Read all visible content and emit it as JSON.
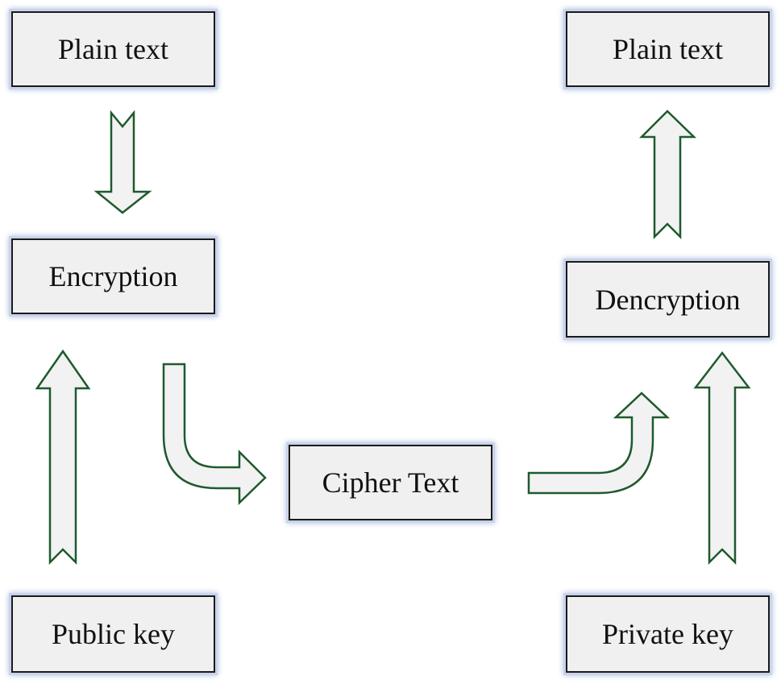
{
  "diagram": {
    "nodes": {
      "plain_text_left": "Plain text",
      "encryption": "Encryption",
      "public_key": "Public key",
      "cipher_text": "Cipher Text",
      "plain_text_right": "Plain text",
      "decryption": "Dencryption",
      "private_key": "Private key"
    }
  },
  "colors": {
    "box_fill": "#f0f0f0",
    "box_border": "#1a1a1a",
    "box_glow": "#c9d3ea",
    "arrow_fill": "#f2f2f2",
    "arrow_stroke": "#1e5a2e"
  }
}
